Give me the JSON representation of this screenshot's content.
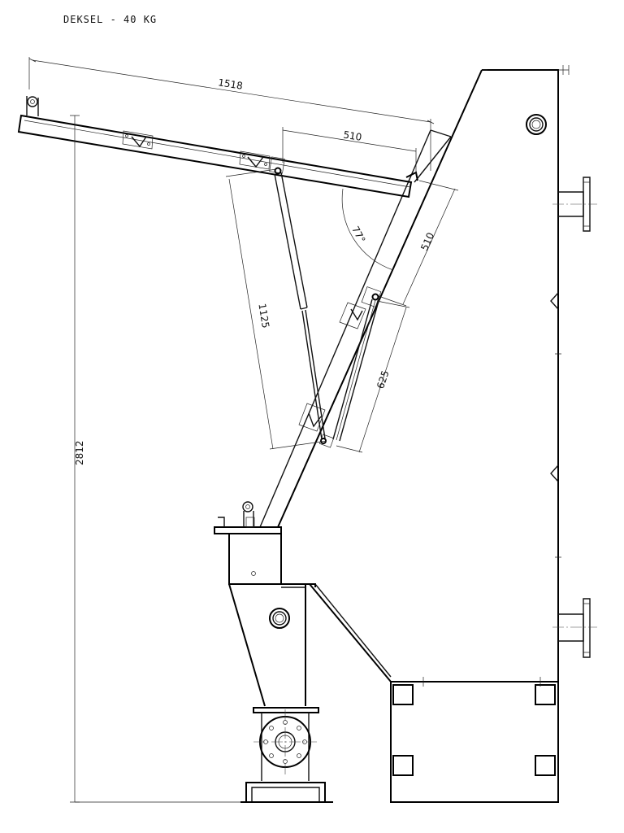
{
  "title": "DEKSEL - 40 KG",
  "dimensions": {
    "lid_length": "1518",
    "lid_hinge_offset": "510",
    "body_hinge_offset": "510",
    "opening_angle": "77°",
    "strut_length_open": "1125",
    "strut_length_closed": "625",
    "overall_height": "2812"
  }
}
